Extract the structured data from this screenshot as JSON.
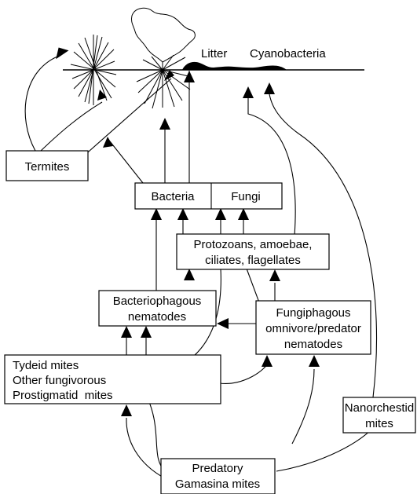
{
  "surface": {
    "litter_label": "Litter",
    "cyanobacteria_label": "Cyanobacteria"
  },
  "nodes": {
    "termites": [
      "Termites"
    ],
    "bacteria": [
      "Bacteria"
    ],
    "fungi": [
      "Fungi"
    ],
    "protozoans": [
      "Protozoans, amoebae,",
      "ciliates, flagellates"
    ],
    "bacteriophagous_nematodes": [
      "Bacteriophagous",
      "nematodes"
    ],
    "fungiphagous_nematodes": [
      "Fungiphagous",
      "omnivore/predator",
      "nematodes"
    ],
    "tydeid_mites": [
      "Tydeid mites",
      "Other fungivorous",
      "Prostigmatid  mites"
    ],
    "nanorchestid_mites": [
      "Nanorchestid",
      "mites"
    ],
    "predatory_mites": [
      "Predatory",
      "Gamasina mites"
    ]
  },
  "colors": {
    "ink": "#000000",
    "background": "#ffffff"
  }
}
